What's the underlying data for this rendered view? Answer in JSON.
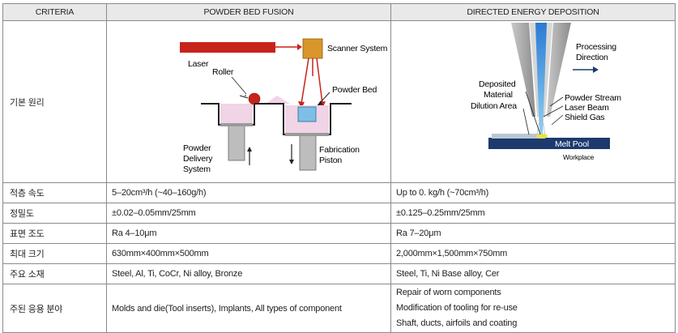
{
  "header": {
    "criteria": "CRITERIA",
    "pbf": "POWDER BED FUSION",
    "ded": "DIRECTED ENERGY DEPOSITION"
  },
  "principle_label": "기본 원리",
  "pbf_diagram": {
    "laser": "Laser",
    "roller": "Roller",
    "scanner": "Scanner System",
    "powder_bed": "Powder Bed",
    "delivery_1": "Powder",
    "delivery_2": "Delivery",
    "delivery_3": "System",
    "fab_1": "Fabrication",
    "fab_2": "Piston"
  },
  "ded_diagram": {
    "processing_1": "Processing",
    "processing_2": "Direction",
    "deposited_1": "Deposited",
    "deposited_2": "Material",
    "dilution": "Dilution Area",
    "powder_stream": "Powder Stream",
    "laser_beam": "Laser Beam",
    "shield_gas": "Shield Gas",
    "melt_pool": "Melt Pool",
    "workplace": "Workplace"
  },
  "rows": [
    {
      "criteria": "적층 속도",
      "pbf": "5–20cm³/h (~40–160g/h)",
      "ded": "Up to 0. kg/h (~70cm³/h)"
    },
    {
      "criteria": "정밀도",
      "pbf": "±0.02–0.05mm/25mm",
      "ded": "±0.125–0.25mm/25mm"
    },
    {
      "criteria": "표면 조도",
      "pbf": "Ra 4–10μm",
      "ded": "Ra 7–20μm"
    },
    {
      "criteria": "최대 크기",
      "pbf": "630mm×400mm×500mm",
      "ded": "2,000mm×1,500mm×750mm"
    },
    {
      "criteria": "주요 소재",
      "pbf": "Steel, Al, Ti, CoCr, Ni alloy, Bronze",
      "ded": "Steel, Ti, Ni Base alloy, Cer"
    }
  ],
  "applications": {
    "criteria": "주된 응용 분야",
    "pbf": "Molds and die(Tool inserts), Implants, All types of component",
    "ded_1": "Repair of worn components",
    "ded_2": "Modification of tooling for re-use",
    "ded_3": "Shaft, ducts, airfoils and coating"
  }
}
